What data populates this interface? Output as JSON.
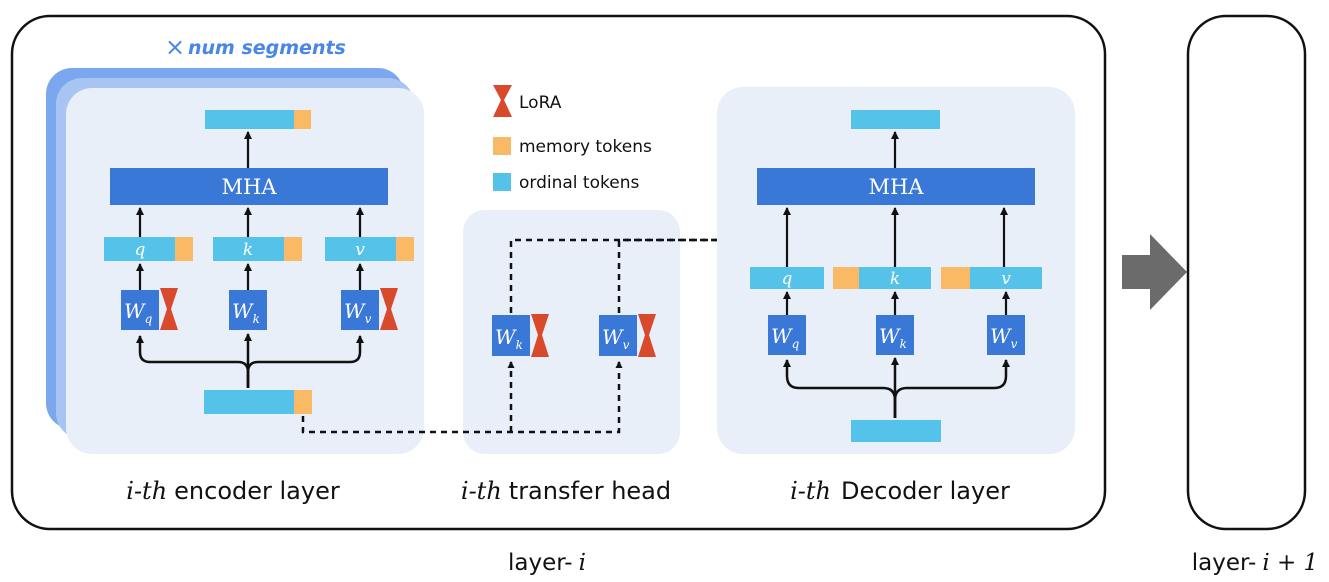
{
  "segments_label": "num segments",
  "segments_symbol": "×",
  "legend": {
    "lora": "LoRA",
    "memory": "memory tokens",
    "ordinal": "ordinal tokens"
  },
  "mha": "MHA",
  "proj": {
    "q": "q",
    "k": "k",
    "v": "v"
  },
  "weights": {
    "base": "W",
    "q": "q",
    "k": "k",
    "v": "v"
  },
  "captions": {
    "encoder": {
      "math": "i-th",
      "text": "encoder layer"
    },
    "transfer": {
      "math": "i-th",
      "text": "transfer head"
    },
    "decoder": {
      "math": "i-th",
      "text": "Decoder layer"
    }
  },
  "layer_i": {
    "text": "layer-",
    "math": "i"
  },
  "layer_next": {
    "text": "layer-",
    "math": "i + 1"
  },
  "colors": {
    "block": "#3a78d8",
    "ordinal": "#55c2ea",
    "memory": "#f9b965",
    "lora": "#d9492c",
    "panel": "#e8eff9",
    "stack1": "#7ba7ee",
    "stack2": "#a8c4f3",
    "accent_text": "#4a86e8",
    "arrow_big": "#6b6b6b"
  }
}
